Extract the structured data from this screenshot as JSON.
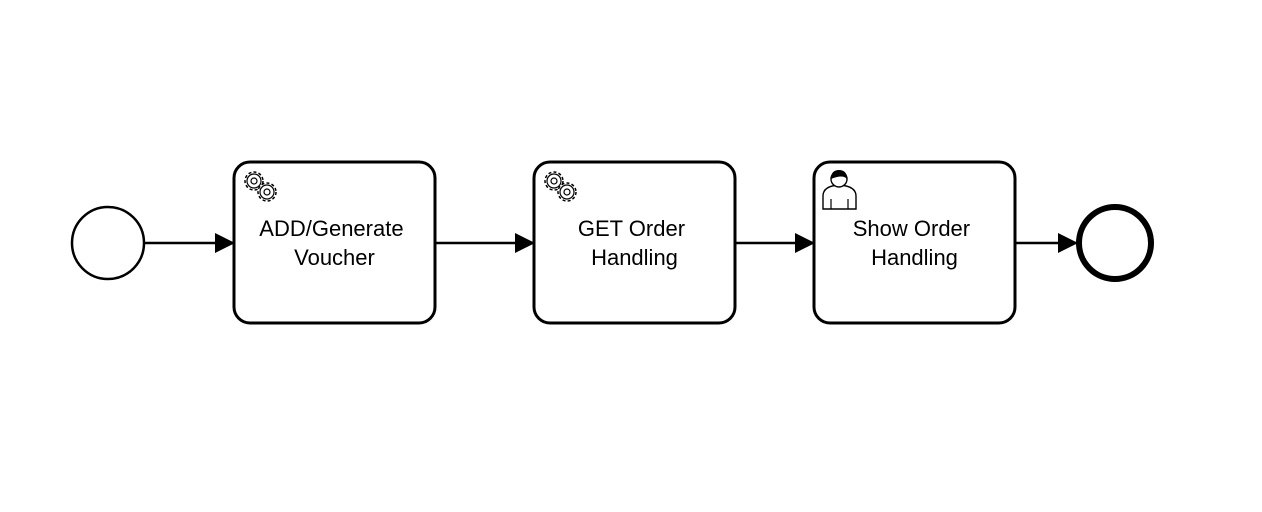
{
  "diagram": {
    "type": "bpmn-process",
    "elements": [
      {
        "kind": "start-event"
      },
      {
        "kind": "service-task",
        "icon": "gears-icon",
        "lines": [
          "ADD/Generate",
          "Voucher"
        ]
      },
      {
        "kind": "service-task",
        "icon": "gears-icon",
        "lines": [
          "GET Order",
          "Handling"
        ]
      },
      {
        "kind": "user-task",
        "icon": "user-icon",
        "lines": [
          "Show Order",
          "Handling"
        ]
      },
      {
        "kind": "end-event"
      }
    ],
    "colors": {
      "stroke": "#000000",
      "fill": "#ffffff"
    }
  }
}
